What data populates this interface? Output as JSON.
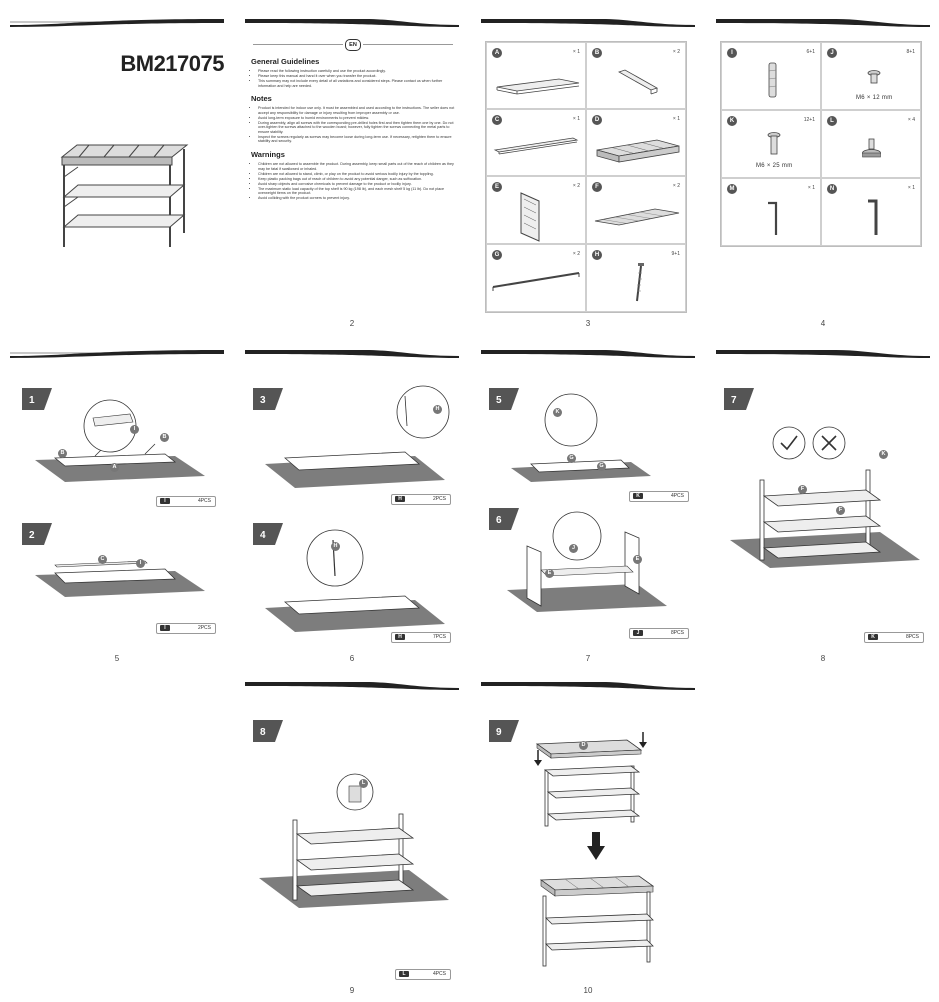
{
  "document": {
    "model": "BM217075",
    "language_badge": "EN",
    "page_numbers": [
      "2",
      "3",
      "4",
      "5",
      "6",
      "7",
      "8",
      "9",
      "10"
    ]
  },
  "guidelines": {
    "heading": "General Guidelines",
    "items": [
      "Please read the following instruction carefully and use the product accordingly.",
      "Please keep this manual and hand it over when you transfer the product.",
      "This summary may not include every detail of all variations and considered steps. Please contact us when further information and help are needed."
    ]
  },
  "notes": {
    "heading": "Notes",
    "items": [
      "Product is intended for indoor use only. It must be assembled and used according to the instructions. The seller does not accept any responsibility for damage or injury resulting from improper assembly or use.",
      "Avoid long-term exposure to humid environments to prevent mildew.",
      "During assembly, align all screws with the corresponding pre-drilled holes first and then tighten them one by one. Do not over-tighten the screws attached to the wooden board; however, fully tighten the screws connecting the metal parts to ensure stability.",
      "Inspect the screws regularly as screws may become loose during long-term use. If necessary, retighten them to ensure stability and security."
    ]
  },
  "warnings": {
    "heading": "Warnings",
    "items": [
      "Children are not allowed to assemble the product. During assembly, keep small parts out of the reach of children as they may be fatal if swallowed or inhaled.",
      "Children are not allowed to stand, climb, or play on the product to avoid serious bodily injury by the toppling.",
      "Keep plastic packing bags out of reach of children to avoid any potential danger, such as suffocation.",
      "Avoid sharp objects and corrosive chemicals to prevent damage to the product or bodily injury.",
      "The maximum static load capacity of the top shelf is 90 kg (198 lb), and each mesh shelf 5 kg (11 lb). Do not place overweight items on the product.",
      "Avoid colliding with the product corners to prevent injury."
    ]
  },
  "parts": [
    {
      "letter": "A",
      "qty": "× 1"
    },
    {
      "letter": "B",
      "qty": "× 2"
    },
    {
      "letter": "C",
      "qty": "× 1"
    },
    {
      "letter": "D",
      "qty": "× 1"
    },
    {
      "letter": "E",
      "qty": "× 2"
    },
    {
      "letter": "F",
      "qty": "× 2"
    },
    {
      "letter": "G",
      "qty": "× 2"
    },
    {
      "letter": "H",
      "qty": "9+1"
    }
  ],
  "hardware": [
    {
      "letter": "I",
      "qty": "6+1",
      "caption": ""
    },
    {
      "letter": "J",
      "qty": "8+1",
      "caption": "M6 × 12 mm"
    },
    {
      "letter": "K",
      "qty": "12+1",
      "caption": "M6 × 25 mm"
    },
    {
      "letter": "L",
      "qty": "× 4",
      "caption": ""
    },
    {
      "letter": "M",
      "qty": "× 1",
      "caption": ""
    },
    {
      "letter": "N",
      "qty": "× 1",
      "caption": ""
    }
  ],
  "steps": [
    {
      "num": "1",
      "pill_letter": "I",
      "pill_qty": "4PCS",
      "labels": [
        "I",
        "B",
        "B",
        "A"
      ]
    },
    {
      "num": "2",
      "pill_letter": "I",
      "pill_qty": "2PCS",
      "labels": [
        "C",
        "I"
      ]
    },
    {
      "num": "3",
      "pill_letter": "H",
      "pill_qty": "2PCS",
      "labels": [
        "H"
      ]
    },
    {
      "num": "4",
      "pill_letter": "H",
      "pill_qty": "7PCS",
      "labels": [
        "H"
      ]
    },
    {
      "num": "5",
      "pill_letter": "K",
      "pill_qty": "4PCS",
      "labels": [
        "K",
        "G",
        "G"
      ]
    },
    {
      "num": "6",
      "pill_letter": "J",
      "pill_qty": "8PCS",
      "labels": [
        "J",
        "E",
        "E"
      ]
    },
    {
      "num": "7",
      "pill_letter": "K",
      "pill_qty": "8PCS",
      "labels": [
        "K",
        "F",
        "F"
      ]
    },
    {
      "num": "8",
      "pill_letter": "L",
      "pill_qty": "4PCS",
      "labels": [
        "L"
      ]
    },
    {
      "num": "9",
      "labels": [
        "D"
      ]
    }
  ]
}
